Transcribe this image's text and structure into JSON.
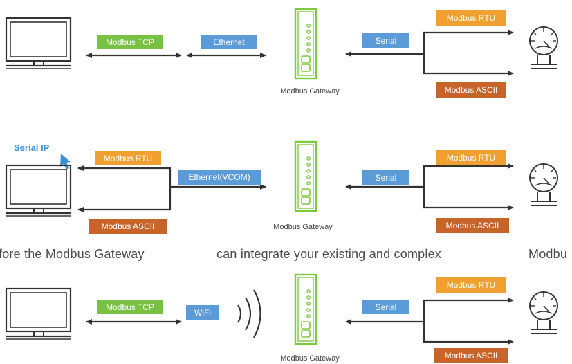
{
  "colors": {
    "green": "#78c142",
    "blue": "#5a9bd8",
    "orange": "#f0a030",
    "brown": "#c7642a",
    "line": "#333333",
    "gateway": "#7ccb3d",
    "serial_ip": "#3a8fd8"
  },
  "diagram1": {
    "tag_modbus_tcp": "Modbus TCP",
    "tag_ethernet": "Ethernet",
    "tag_serial": "Serial",
    "tag_modbus_rtu": "Modbus RTU",
    "tag_modbus_ascii": "Modbus ASCII",
    "gateway_label": "Modbus Gateway",
    "icons": [
      "computer-icon",
      "gateway-icon",
      "gauge-icon"
    ]
  },
  "diagram2": {
    "serial_ip": "Serial IP",
    "tag_modbus_rtu_left": "Modbus RTU",
    "tag_modbus_ascii_left": "Modbus ASCII",
    "tag_ethernet_vcom": "Ethernet(VCOM)",
    "tag_serial": "Serial",
    "tag_modbus_rtu_right": "Modbus RTU",
    "tag_modbus_ascii_right": "Modbus ASCII",
    "gateway_label": "Modbus Gateway",
    "icons": [
      "computer-icon",
      "cursor-icon",
      "gateway-icon",
      "gauge-icon"
    ]
  },
  "caption": {
    "part1": "fore the Modbus Gateway",
    "part2": "can integrate your existing and complex",
    "part3": "Modbu"
  },
  "diagram3": {
    "tag_modbus_tcp": "Modbus TCP",
    "tag_wifi": "WiFi",
    "tag_serial": "Serial",
    "tag_modbus_rtu": "Modbus RTU",
    "tag_modbus_ascii": "Modbus ASCII",
    "gateway_label": "Modbus Gateway",
    "icons": [
      "computer-icon",
      "wireless-signal-icon",
      "gateway-icon",
      "gauge-icon"
    ]
  }
}
